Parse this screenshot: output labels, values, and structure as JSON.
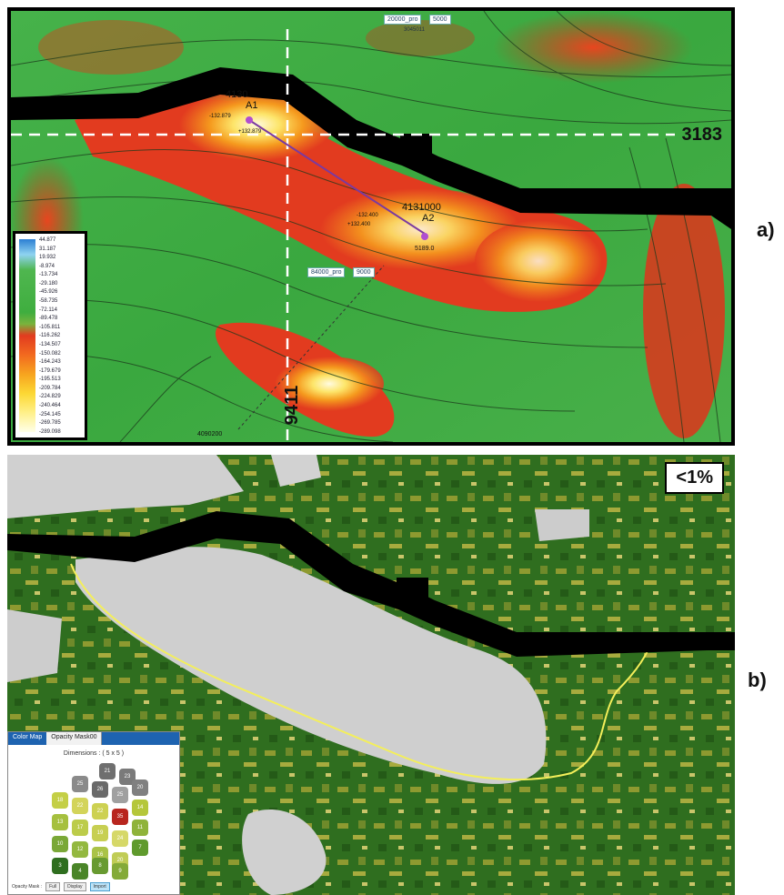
{
  "panel_a": {
    "figure_label": "a)",
    "section_labels": {
      "horizontal": "3183",
      "vertical": "9411"
    },
    "wells": [
      {
        "id": "4130",
        "name": "A1"
      },
      {
        "id": "4131000",
        "name": "A2"
      }
    ],
    "well_values": {
      "a1_top": "-132.879",
      "a1_bot": "+132.879",
      "a2_depth": "5189.0",
      "a2_mid1": "-132.400",
      "a2_mid2": "+132.400",
      "bottom_coord": "4090200"
    },
    "pills": {
      "top": "20000_pro",
      "top2": "5000",
      "top_sub": "3045011",
      "mid": "84000_pro",
      "mid2": "9000"
    },
    "legend_ticks": [
      "44.877",
      "31.187",
      "19.932",
      "-8.974",
      "-13.734",
      "-29.180",
      "-45.926",
      "-58.735",
      "-72.114",
      "-89.478",
      "-105.811",
      "-116.262",
      "-134.507",
      "-150.082",
      "-164.243",
      "-179.679",
      "-195.513",
      "-209.784",
      "-224.829",
      "-240.464",
      "-254.145",
      "-269.785",
      "-289.098"
    ],
    "colors": {
      "background": "#3faf4a",
      "hot": "#e23b1f",
      "warm": "#f7a41f",
      "peak": "#fff8b0",
      "road": "#000000"
    }
  },
  "panel_b": {
    "figure_label": "b)",
    "percentage": "<1%",
    "opacity_widget": {
      "tabs": [
        "Color Map",
        "Opacity Mask00"
      ],
      "dimensions": "Dimensions : ( 5 x 5 )",
      "hex_labels": [
        "21",
        "23",
        "25",
        "26",
        "25",
        "20",
        "14",
        "18",
        "22",
        "22",
        "35",
        "11",
        "13",
        "17",
        "19",
        "24",
        "7",
        "10",
        "12",
        "16",
        "20",
        "3",
        "4",
        "8",
        "9",
        "15"
      ],
      "footer_label": "Opacity Mask :",
      "buttons": [
        "Full",
        "Display",
        "Import"
      ]
    },
    "colors": {
      "forest": "#2c6b1c",
      "olive": "#9aa43a",
      "bare": "#cfcfcf",
      "boundary": "#f4ef5a"
    }
  }
}
